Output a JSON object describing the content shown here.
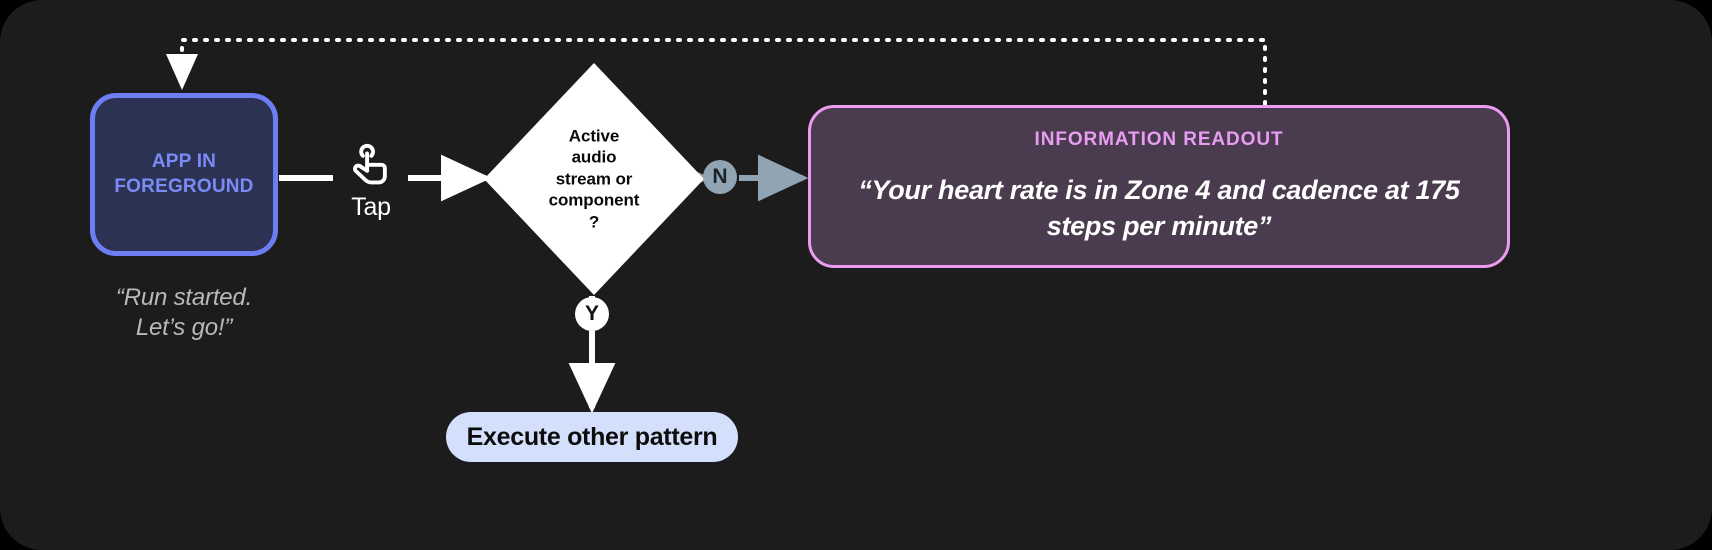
{
  "diagram": {
    "background_color": "#1c1c1c",
    "page_color": "#000000"
  },
  "app_node": {
    "label": "APP IN FOREGROUND",
    "caption": "“Run started.\nLet’s go!”",
    "border_color": "#6c7ef2",
    "fill_color": "#2c3254",
    "text_color": "#7b8bf5"
  },
  "interaction": {
    "icon": "tap-gesture-icon",
    "label": "Tap"
  },
  "decision": {
    "text": "Active\naudio\nstream or\ncomponent\n?",
    "fill_color": "#ffffff",
    "text_color": "#0a0a0a"
  },
  "branches": {
    "no": {
      "badge": "N",
      "badge_color": "#90a4b3",
      "connector_color": "#90a4b3"
    },
    "yes": {
      "badge": "Y",
      "badge_color": "#ffffff",
      "connector_color": "#ffffff"
    }
  },
  "readout": {
    "title": "INFORMATION READOUT",
    "body": "“Your heart rate is in Zone 4 and cadence at 175 steps per minute”",
    "border_color": "#eb9bf0",
    "fill_color": "#4a3b4e",
    "title_color": "#e89cf2"
  },
  "execute_pill": {
    "label": "Execute other pattern",
    "fill_color": "#d3dffb",
    "text_color": "#0c0c0c"
  },
  "feedback_loop": {
    "style": "dotted",
    "color": "#ffffff"
  }
}
